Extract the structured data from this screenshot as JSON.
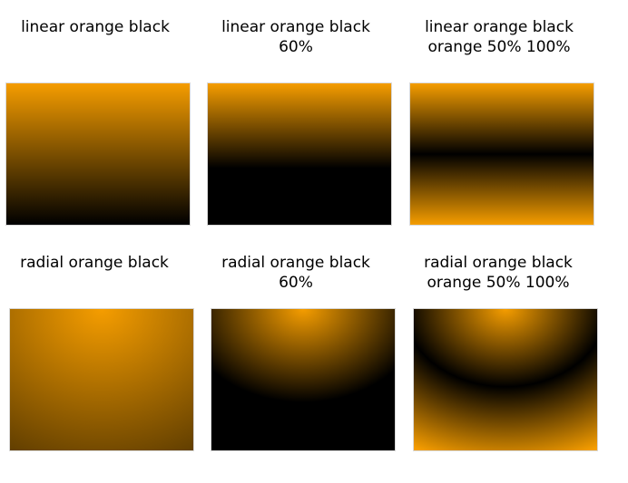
{
  "panels": [
    {
      "label": "linear orange black",
      "type": "linear",
      "colors": [
        "#f59d00",
        "#000000"
      ]
    },
    {
      "label": "linear orange black\n60%",
      "type": "linear",
      "colors": [
        "#f59d00",
        "#000000"
      ]
    },
    {
      "label": "linear orange black\norange 50% 100%",
      "type": "linear",
      "colors": [
        "#f59d00",
        "#000000",
        "#f59d00"
      ]
    },
    {
      "label": "radial orange black",
      "type": "radial",
      "colors": [
        "#f59d00",
        "#000000"
      ]
    },
    {
      "label": "radial orange black\n60%",
      "type": "radial",
      "colors": [
        "#f59d00",
        "#000000"
      ]
    },
    {
      "label": "radial orange black\norange 50% 100%",
      "type": "radial",
      "colors": [
        "#f59d00",
        "#000000",
        "#f59d00"
      ]
    }
  ]
}
